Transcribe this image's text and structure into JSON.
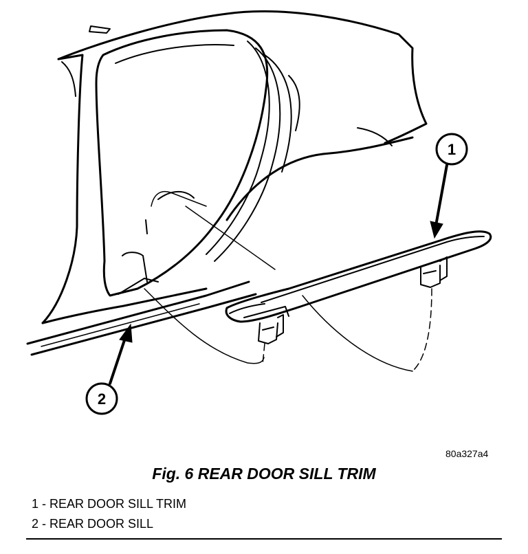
{
  "figure": {
    "code": "80a327a4",
    "title": "Fig. 6 REAR DOOR SILL TRIM"
  },
  "callouts": [
    {
      "number": "1",
      "label": "REAR DOOR SILL TRIM"
    },
    {
      "number": "2",
      "label": "REAR DOOR SILL"
    }
  ],
  "legend": {
    "items": [
      "1 - REAR DOOR SILL TRIM",
      "2 - REAR DOOR SILL"
    ]
  }
}
